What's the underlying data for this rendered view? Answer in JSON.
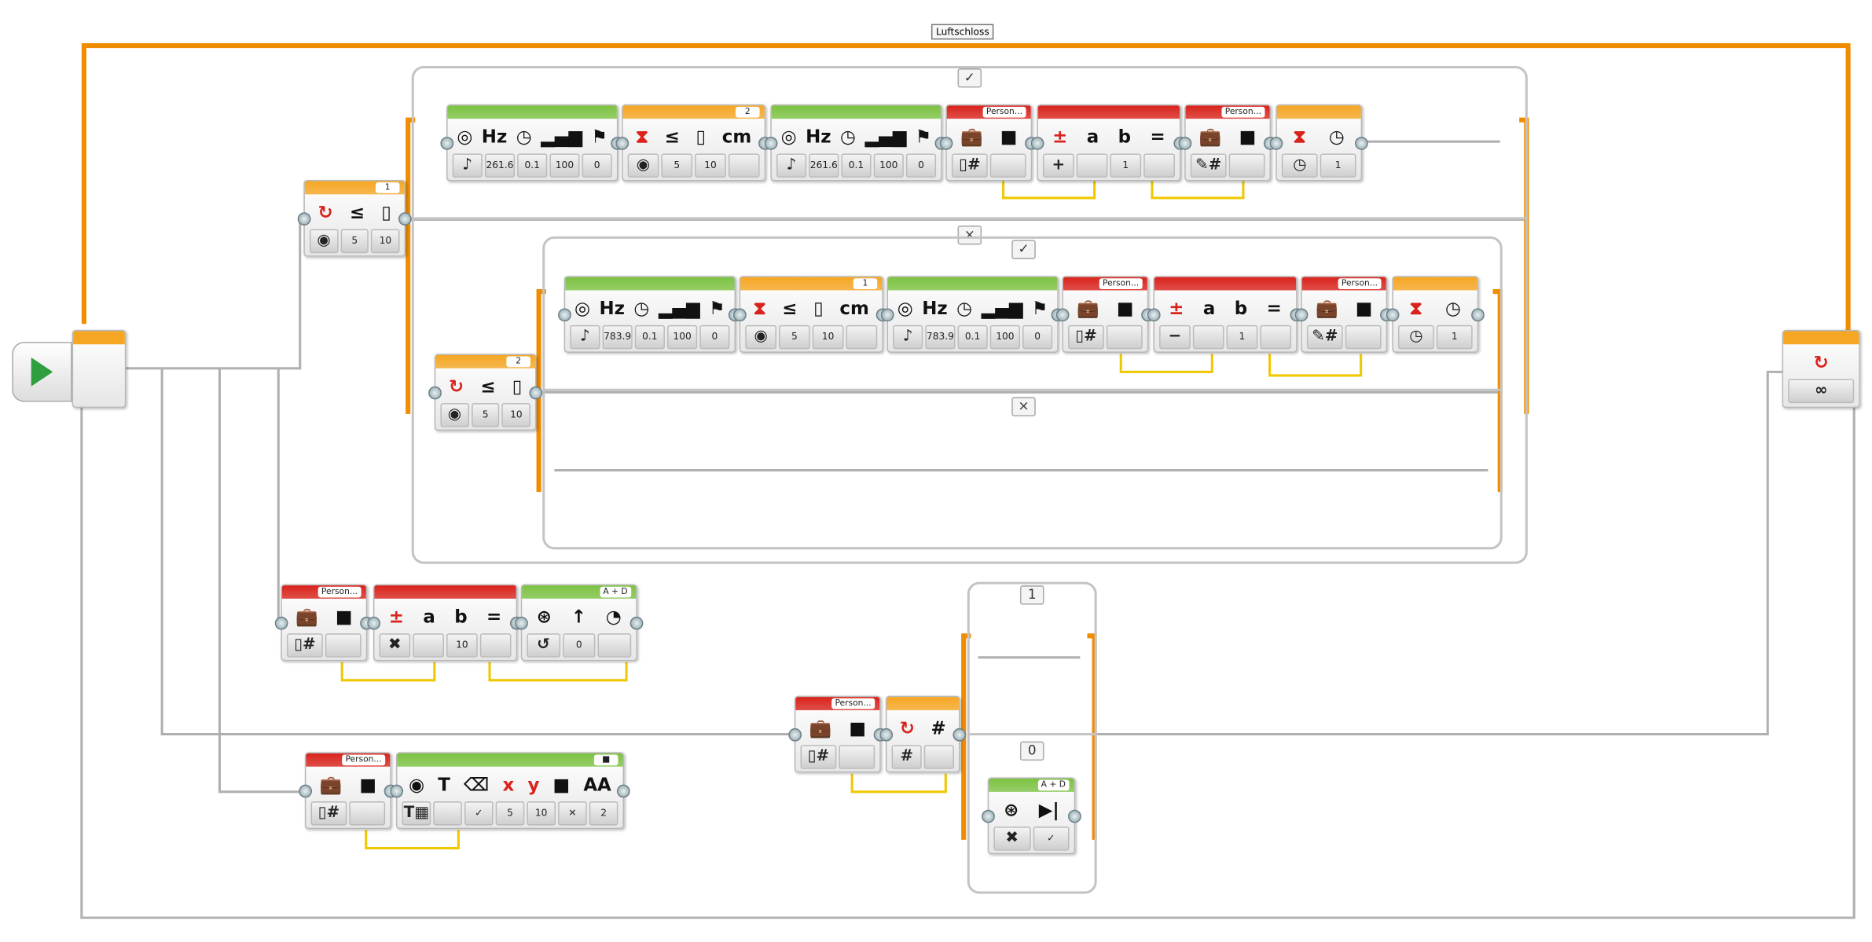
{
  "program": {
    "title": "Luftschloss"
  },
  "colors": {
    "action": "#7cc242",
    "flow": "#f5a623",
    "data": "#d9231c",
    "wire": "#f0c800",
    "loop": "#f08c00",
    "seq": "#b0b0b0"
  },
  "loop_end": {
    "icons": [
      {
        "name": "loop-icon",
        "text": "↻"
      }
    ],
    "params": [
      "∞"
    ]
  },
  "switches": {
    "outer": {
      "true_tab": "✓",
      "false_tab": "×"
    },
    "inner": {
      "true_tab": "✓",
      "false_tab": "×"
    },
    "numeric": {
      "case_1": "1",
      "case_0": "0"
    }
  },
  "blocks": [
    {
      "id": "sw1",
      "type": "switch-ultrasonic",
      "color": "flow",
      "label": "1",
      "icons": [
        {
          "name": "loop-icon",
          "text": "↻"
        },
        {
          "name": "compare-icon",
          "text": "≤"
        },
        {
          "name": "threshold-icon",
          "text": "▯"
        }
      ],
      "params": [
        "◉",
        "5",
        "10"
      ]
    },
    {
      "id": "s1",
      "type": "sound",
      "color": "action",
      "label": "",
      "icons": [
        {
          "name": "speaker-icon",
          "text": "◎"
        },
        {
          "name": "hz-label",
          "text": "Hz"
        },
        {
          "name": "timer-icon",
          "text": "◷"
        },
        {
          "name": "volume-icon",
          "text": "▂▄▆"
        },
        {
          "name": "flag-icon",
          "text": "⚑"
        }
      ],
      "params": [
        "♪",
        "261.6",
        "0.1",
        "100",
        "0"
      ]
    },
    {
      "id": "w1",
      "type": "wait-ultrasonic",
      "color": "flow",
      "label": "2",
      "icons": [
        {
          "name": "hourglass-icon",
          "text": "⧗"
        },
        {
          "name": "compare-icon",
          "text": "≤"
        },
        {
          "name": "threshold-icon",
          "text": "▯"
        },
        {
          "name": "cm-icon",
          "text": "cm"
        }
      ],
      "params": [
        "◉",
        "5",
        "10",
        ""
      ]
    },
    {
      "id": "s2",
      "type": "sound",
      "color": "action",
      "label": "",
      "icons": [
        {
          "name": "speaker-icon",
          "text": "◎"
        },
        {
          "name": "hz-label",
          "text": "Hz"
        },
        {
          "name": "timer-icon",
          "text": "◷"
        },
        {
          "name": "volume-icon",
          "text": "▂▄▆"
        },
        {
          "name": "flag-icon",
          "text": "⚑"
        }
      ],
      "params": [
        "♪",
        "261.6",
        "0.1",
        "100",
        "0"
      ]
    },
    {
      "id": "v1",
      "type": "variable-read",
      "color": "data",
      "label": "Person...",
      "icons": [
        {
          "name": "briefcase-icon",
          "text": "💼"
        },
        {
          "name": "small-case-icon",
          "text": "■"
        }
      ],
      "params": [
        "▯#",
        ""
      ]
    },
    {
      "id": "m1",
      "type": "math",
      "color": "data",
      "label": "",
      "icons": [
        {
          "name": "math-icon",
          "text": "±"
        },
        {
          "name": "a-label",
          "text": "a"
        },
        {
          "name": "b-label",
          "text": "b"
        },
        {
          "name": "equals-label",
          "text": "="
        }
      ],
      "params": [
        "+",
        "",
        "1",
        ""
      ]
    },
    {
      "id": "v2",
      "type": "variable-write",
      "color": "data",
      "label": "Person...",
      "icons": [
        {
          "name": "briefcase-icon",
          "text": "💼"
        },
        {
          "name": "small-case-icon",
          "text": "■"
        }
      ],
      "params": [
        "✎#",
        ""
      ]
    },
    {
      "id": "t1",
      "type": "wait-timer",
      "color": "flow",
      "label": "",
      "icons": [
        {
          "name": "hourglass-icon",
          "text": "⧗"
        },
        {
          "name": "timer-icon",
          "text": "◷"
        }
      ],
      "params": [
        "◷",
        "1"
      ]
    },
    {
      "id": "sw2",
      "type": "switch-ultrasonic",
      "color": "flow",
      "label": "2",
      "icons": [
        {
          "name": "loop-icon",
          "text": "↻"
        },
        {
          "name": "compare-icon",
          "text": "≤"
        },
        {
          "name": "threshold-icon",
          "text": "▯"
        }
      ],
      "params": [
        "◉",
        "5",
        "10"
      ]
    },
    {
      "id": "s3",
      "type": "sound",
      "color": "action",
      "label": "",
      "icons": [
        {
          "name": "speaker-icon",
          "text": "◎"
        },
        {
          "name": "hz-label",
          "text": "Hz"
        },
        {
          "name": "timer-icon",
          "text": "◷"
        },
        {
          "name": "volume-icon",
          "text": "▂▄▆"
        },
        {
          "name": "flag-icon",
          "text": "⚑"
        }
      ],
      "params": [
        "♪",
        "783.9",
        "0.1",
        "100",
        "0"
      ]
    },
    {
      "id": "w2",
      "type": "wait-ultrasonic",
      "color": "flow",
      "label": "1",
      "icons": [
        {
          "name": "hourglass-icon",
          "text": "⧗"
        },
        {
          "name": "compare-icon",
          "text": "≤"
        },
        {
          "name": "threshold-icon",
          "text": "▯"
        },
        {
          "name": "cm-icon",
          "text": "cm"
        }
      ],
      "params": [
        "◉",
        "5",
        "10",
        ""
      ]
    },
    {
      "id": "s4",
      "type": "sound",
      "color": "action",
      "label": "",
      "icons": [
        {
          "name": "speaker-icon",
          "text": "◎"
        },
        {
          "name": "hz-label",
          "text": "Hz"
        },
        {
          "name": "timer-icon",
          "text": "◷"
        },
        {
          "name": "volume-icon",
          "text": "▂▄▆"
        },
        {
          "name": "flag-icon",
          "text": "⚑"
        }
      ],
      "params": [
        "♪",
        "783.9",
        "0.1",
        "100",
        "0"
      ]
    },
    {
      "id": "v3",
      "type": "variable-read",
      "color": "data",
      "label": "Person...",
      "icons": [
        {
          "name": "briefcase-icon",
          "text": "💼"
        },
        {
          "name": "small-case-icon",
          "text": "■"
        }
      ],
      "params": [
        "▯#",
        ""
      ]
    },
    {
      "id": "m2",
      "type": "math",
      "color": "data",
      "label": "",
      "icons": [
        {
          "name": "math-icon",
          "text": "±"
        },
        {
          "name": "a-label",
          "text": "a"
        },
        {
          "name": "b-label",
          "text": "b"
        },
        {
          "name": "equals-label",
          "text": "="
        }
      ],
      "params": [
        "−",
        "",
        "1",
        ""
      ]
    },
    {
      "id": "v4",
      "type": "variable-write",
      "color": "data",
      "label": "Person...",
      "icons": [
        {
          "name": "briefcase-icon",
          "text": "💼"
        },
        {
          "name": "small-case-icon",
          "text": "■"
        }
      ],
      "params": [
        "✎#",
        ""
      ]
    },
    {
      "id": "t2",
      "type": "wait-timer",
      "color": "flow",
      "label": "",
      "icons": [
        {
          "name": "hourglass-icon",
          "text": "⧗"
        },
        {
          "name": "timer-icon",
          "text": "◷"
        }
      ],
      "params": [
        "◷",
        "1"
      ]
    },
    {
      "id": "v5",
      "type": "variable-read",
      "color": "data",
      "label": "Person...",
      "icons": [
        {
          "name": "briefcase-icon",
          "text": "💼"
        },
        {
          "name": "small-case-icon",
          "text": "■"
        }
      ],
      "params": [
        "▯#",
        ""
      ]
    },
    {
      "id": "m3",
      "type": "math",
      "color": "data",
      "label": "",
      "icons": [
        {
          "name": "math-icon",
          "text": "±"
        },
        {
          "name": "a-label",
          "text": "a"
        },
        {
          "name": "b-label",
          "text": "b"
        },
        {
          "name": "equals-label",
          "text": "="
        }
      ],
      "params": [
        "✖",
        "",
        "10",
        ""
      ]
    },
    {
      "id": "mv1",
      "type": "move-steering",
      "color": "action",
      "label": "A + D",
      "icons": [
        {
          "name": "steering-icon",
          "text": "⊛"
        },
        {
          "name": "arrow-up-icon",
          "text": "↑"
        },
        {
          "name": "speed-icon",
          "text": "◔"
        }
      ],
      "params": [
        "↺",
        "0",
        ""
      ]
    },
    {
      "id": "v6",
      "type": "variable-read",
      "color": "data",
      "label": "Person...",
      "icons": [
        {
          "name": "briefcase-icon",
          "text": "💼"
        },
        {
          "name": "small-case-icon",
          "text": "■"
        }
      ],
      "params": [
        "▯#",
        ""
      ]
    },
    {
      "id": "d1",
      "type": "display",
      "color": "action",
      "label": "■",
      "icons": [
        {
          "name": "target-icon",
          "text": "◉"
        },
        {
          "name": "text-icon",
          "text": "T"
        },
        {
          "name": "eraser-icon",
          "text": "⌫"
        },
        {
          "name": "x-coord-icon",
          "text": "x"
        },
        {
          "name": "y-coord-icon",
          "text": "y"
        },
        {
          "name": "color-icon",
          "text": "■"
        },
        {
          "name": "font-size-icon",
          "text": "AA"
        }
      ],
      "params": [
        "T▦",
        "",
        "✓",
        "5",
        "10",
        "✕",
        "2"
      ]
    },
    {
      "id": "v7",
      "type": "variable-read",
      "color": "data",
      "label": "Person...",
      "icons": [
        {
          "name": "briefcase-icon",
          "text": "💼"
        },
        {
          "name": "small-case-icon",
          "text": "■"
        }
      ],
      "params": [
        "▯#",
        ""
      ]
    },
    {
      "id": "sw3",
      "type": "switch-numeric",
      "color": "flow",
      "label": "",
      "icons": [
        {
          "name": "loop-icon",
          "text": "↻"
        },
        {
          "name": "number-icon",
          "text": "#"
        }
      ],
      "params": [
        "#",
        ""
      ]
    },
    {
      "id": "mv2",
      "type": "move-steering-stop",
      "color": "action",
      "label": "A + D",
      "icons": [
        {
          "name": "steering-icon",
          "text": "⊛"
        },
        {
          "name": "stop-icon",
          "text": "▶|"
        }
      ],
      "params": [
        "✖",
        "✓"
      ]
    }
  ]
}
